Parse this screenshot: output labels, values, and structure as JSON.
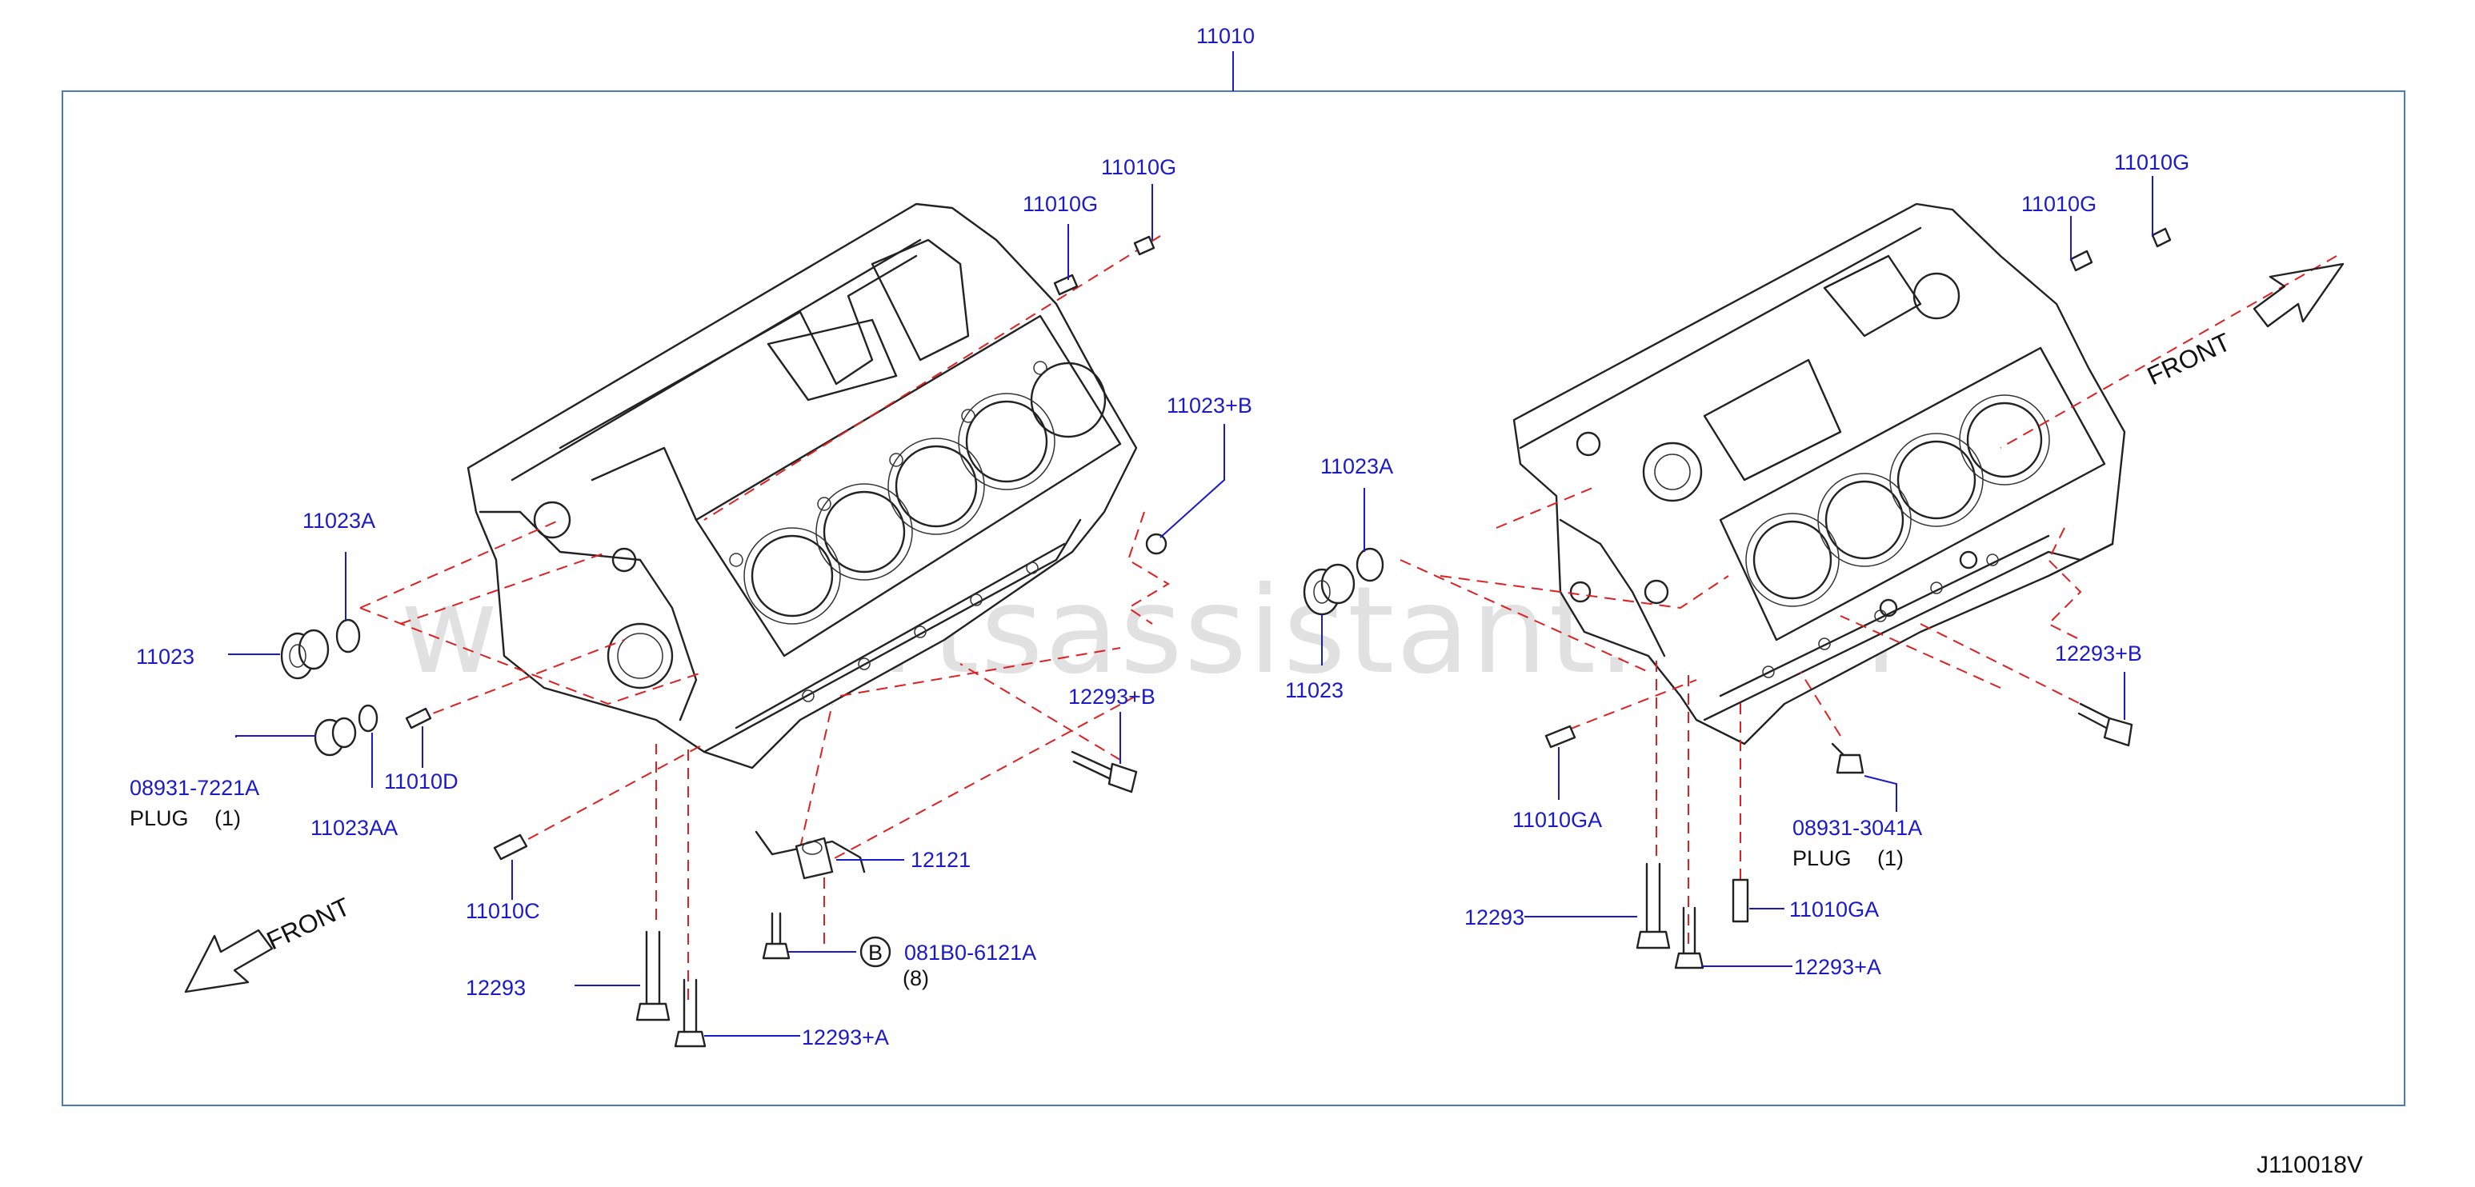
{
  "title_ref": "11010",
  "diagram_id": "J110018V",
  "watermark": "www.partsassistant.com",
  "front_label": "FRONT",
  "left_view": {
    "callouts": {
      "p11010G_a": "11010G",
      "p11010G_b": "11010G",
      "p11023B": "11023+B",
      "p11023A": "11023A",
      "p11023": "11023",
      "p089317221A": "08931-7221A",
      "plug_label": "PLUG",
      "plug_qty": "(1)",
      "p11023AA": "11023AA",
      "p11010D": "11010D",
      "p12293B": "12293+B",
      "p12121": "12121",
      "p11010C": "11010C",
      "p081B06121A": "081B0-6121A",
      "b_qty": "(8)",
      "b_marker": "B",
      "p12293": "12293",
      "p12293A": "12293+A"
    }
  },
  "right_view": {
    "callouts": {
      "p11010G_a": "11010G",
      "p11010G_b": "11010G",
      "p11023A": "11023A",
      "p11023": "11023",
      "p12293B": "12293+B",
      "p11010GA_a": "11010GA",
      "p089313041A": "08931-3041A",
      "plug_label": "PLUG",
      "plug_qty": "(1)",
      "p12293": "12293",
      "p11010GA_b": "11010GA",
      "p12293A": "12293+A"
    }
  }
}
